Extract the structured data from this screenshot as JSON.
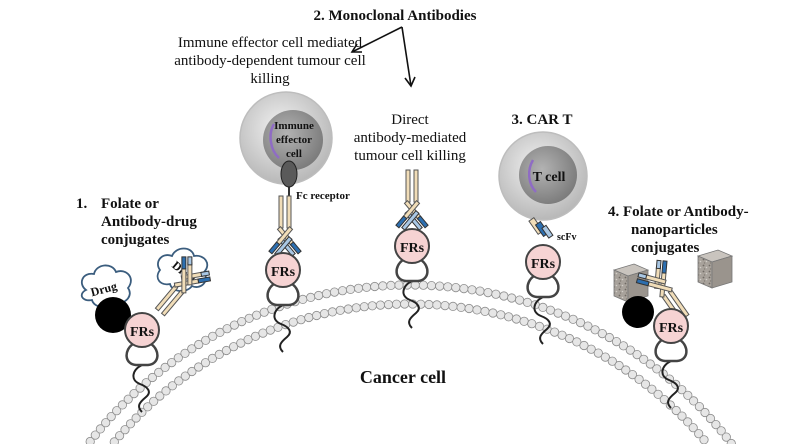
{
  "labels": {
    "mab_title": "2. Monoclonal Antibodies",
    "immune_caption_1": "Immune effector cell mediated",
    "immune_caption_2": "antibody-dependent tumour cell",
    "immune_caption_3": "killing",
    "direct_caption_1": "Direct",
    "direct_caption_2": "antibody-mediated",
    "direct_caption_3": "tumour cell killing",
    "car_title": "3. CAR T",
    "item1_num": "1.",
    "item1_line1": "Folate or",
    "item1_line2": "Antibody-drug",
    "item1_line3": "conjugates",
    "item4_line1": "4. Folate or Antibody-",
    "item4_line2": "nanoparticles",
    "item4_line3": "conjugates",
    "immune_cell_1": "Immune",
    "immune_cell_2": "effector",
    "immune_cell_3": "cell",
    "fc_receptor": "Fc receptor",
    "t_cell": "T cell",
    "scfv": "scFv",
    "drug_a": "Drug",
    "drug_b": "Drug",
    "receptor": "FRs",
    "cancer_cell": "Cancer cell"
  },
  "colors": {
    "membrane_bead": "#e6e6e6",
    "membrane_stroke": "#8c8c8c",
    "receptor_fill": "#f6d3d3",
    "receptor_stroke": "#444444",
    "antibody_blue": "#2d6fb0",
    "antibody_light_blue": "#a9c7e4",
    "antibody_tan": "#f1ddb8",
    "cell_grey": "#c8c8c8",
    "nucleus_grey": "#8f8f8f",
    "nanoparticle_grey": "#a7a19a",
    "drug_cloud_stroke": "#3b5d7e"
  }
}
